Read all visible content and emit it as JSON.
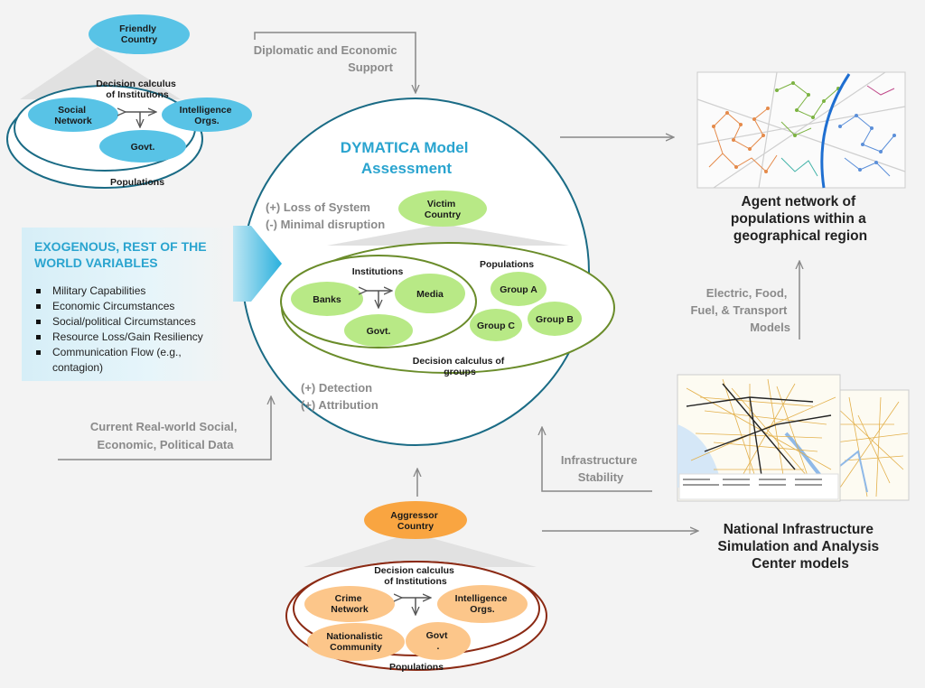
{
  "friendly": {
    "title": [
      "Friendly",
      "Country"
    ],
    "calc": [
      "Decision calculus",
      "of Institutions"
    ],
    "nodes": [
      [
        "Social",
        "Network"
      ],
      [
        "Intelligence",
        "Orgs."
      ],
      [
        "Govt."
      ]
    ],
    "populations": "Populations"
  },
  "diplomatic": [
    "Diplomatic and Economic",
    "Support"
  ],
  "dymatica": [
    "DYMATICA Model",
    "Assessment"
  ],
  "loss": [
    "(+) Loss of System",
    "(-) Minimal disruption"
  ],
  "victim": {
    "title": [
      "Victim",
      "Country"
    ],
    "institutions": "Institutions",
    "populations": "Populations",
    "inst_nodes": [
      "Banks",
      "Media",
      "Govt."
    ],
    "groups": [
      "Group A",
      "Group B",
      "Group C"
    ],
    "calc": [
      "Decision calculus of",
      "groups"
    ]
  },
  "detection": [
    "(+) Detection",
    "(+) Attribution"
  ],
  "exogenous": {
    "title": "EXOGENOUS, REST OF THE WORLD VARIABLES",
    "items": [
      "Military Capabilities",
      "Economic Circumstances",
      "Social/political Circumstances",
      "Resource Loss/Gain Resiliency",
      "Communication Flow (e.g., contagion)"
    ]
  },
  "current": [
    "Current Real-world Social,",
    "Economic, Political Data"
  ],
  "agent": [
    "Agent network of",
    "populations within a",
    "geographical region"
  ],
  "models": [
    "Electric, Food,",
    "Fuel, & Transport",
    "Models"
  ],
  "infra": [
    "Infrastructure",
    "Stability"
  ],
  "nisac": [
    "National Infrastructure",
    "Simulation and Analysis",
    "Center models"
  ],
  "aggressor": {
    "title": [
      "Aggressor",
      "Country"
    ],
    "calc": [
      "Decision calculus",
      "of Institutions"
    ],
    "nodes": [
      [
        "Crime",
        "Network"
      ],
      [
        "Intelligence",
        "Orgs."
      ],
      [
        "Nationalistic",
        "Community"
      ],
      [
        "Govt",
        "."
      ]
    ],
    "populations": "Populations"
  },
  "colors": {
    "blue": "#58c3e6",
    "green": "#b8e986",
    "orange": "#f9a541",
    "peach": "#fcc68a",
    "accent": "#2aa4cf"
  }
}
